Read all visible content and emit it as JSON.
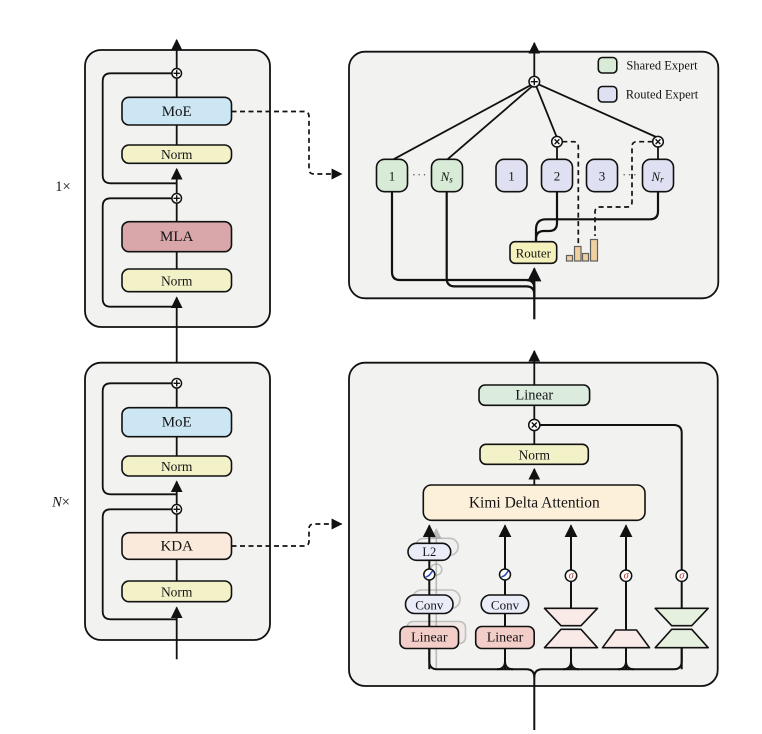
{
  "figure": {
    "left_top_block": {
      "repeat_label": "1×",
      "moe": "MoE",
      "norm_top": "Norm",
      "mla": "MLA",
      "norm_bottom": "Norm"
    },
    "left_bottom_block": {
      "repeat_base": "N",
      "repeat_times": "×",
      "moe": "MoE",
      "norm_top": "Norm",
      "kda": "KDA",
      "norm_bottom": "Norm"
    },
    "moe_detail": {
      "legend": [
        {
          "label": "Shared Expert",
          "color": "#d8ebd7"
        },
        {
          "label": "Routed Expert",
          "color": "#dfe1f3"
        }
      ],
      "shared_expert_first": "1",
      "shared_expert_last_base": "N",
      "shared_expert_last_sub": "s",
      "routed_expert_1": "1",
      "routed_expert_2": "2",
      "routed_expert_3": "3",
      "routed_expert_last_base": "N",
      "routed_expert_last_sub": "r",
      "ellipsis_shared": "···",
      "ellipsis_routed": "···",
      "router": "Router",
      "router_weight_bars": [
        5.5,
        14.5,
        7.5,
        21.5
      ]
    },
    "kda_detail": {
      "linear_out": "Linear",
      "norm": "Norm",
      "attention": "Kimi Delta Attention",
      "l2": "L2",
      "conv_qk": "Conv",
      "conv_v": "Conv",
      "linear_qk": "Linear",
      "linear_v": "Linear",
      "sigma": "σ"
    },
    "colors": {
      "block_bg": "#f2f2f0",
      "moe_blue": "#cce6f4",
      "norm_yellow": "#f3f1c7",
      "mla_red": "#d9a6aa",
      "kda_peach": "#faeadc",
      "attention_peach": "#fdf0da",
      "linear_green": "#dbecdf",
      "linear_pink": "#f3cdc8",
      "conv_lavender": "#eaecf7",
      "router_yellow": "#f4f1bd",
      "bar_orange": "#f0cfa0",
      "shared_green": "#d8ebd7",
      "routed_lavender": "#dfe1f3",
      "gate_pink": "#f9eae8",
      "gate_green": "#e6f0de",
      "sigma_red": "#b03a30",
      "activation_blue": "#2f45c5"
    }
  }
}
